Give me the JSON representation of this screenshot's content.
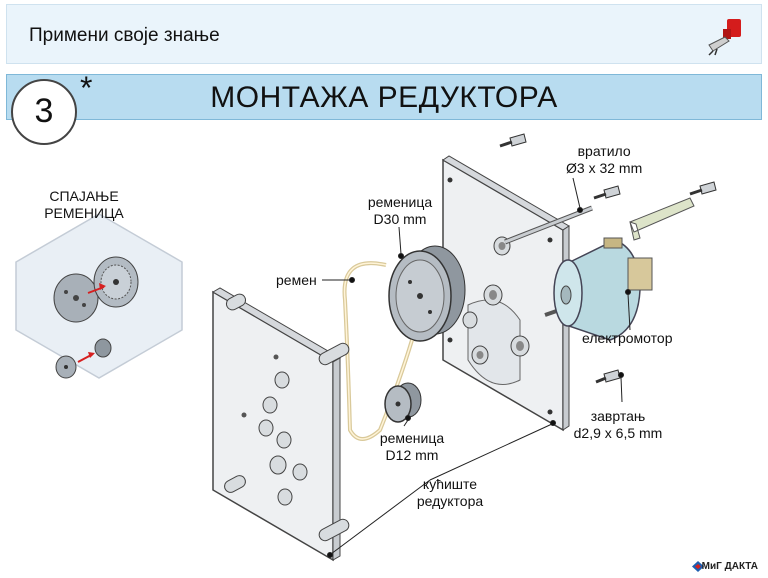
{
  "header": {
    "title": "Примени своје знање"
  },
  "title_bar": {
    "number": "3",
    "marker": "*",
    "title": "МОНТАЖА РЕДУКТОРА"
  },
  "inset": {
    "title_line1": "СПАЈАЊЕ",
    "title_line2": "РЕМЕНИЦА"
  },
  "labels": {
    "shaft_line1": "вратило",
    "shaft_line2": "Ø3 x 32 mm",
    "pulley_large_line1": "ременица",
    "pulley_large_line2": "D30 mm",
    "belt": "ремен",
    "motor": "електромотор",
    "screw_line1": "завртањ",
    "screw_line2": "d2,9 x 6,5 mm",
    "pulley_small_line1": "ременица",
    "pulley_small_line2": "D12 mm",
    "housing_line1": "кућиште",
    "housing_line2": "редуктора"
  },
  "footer": {
    "brand": "МиГ ДАКТА"
  },
  "colors": {
    "title_bar": "#b8dcf0",
    "top_bar": "#eaf4fb",
    "arrow": "#d62020"
  }
}
